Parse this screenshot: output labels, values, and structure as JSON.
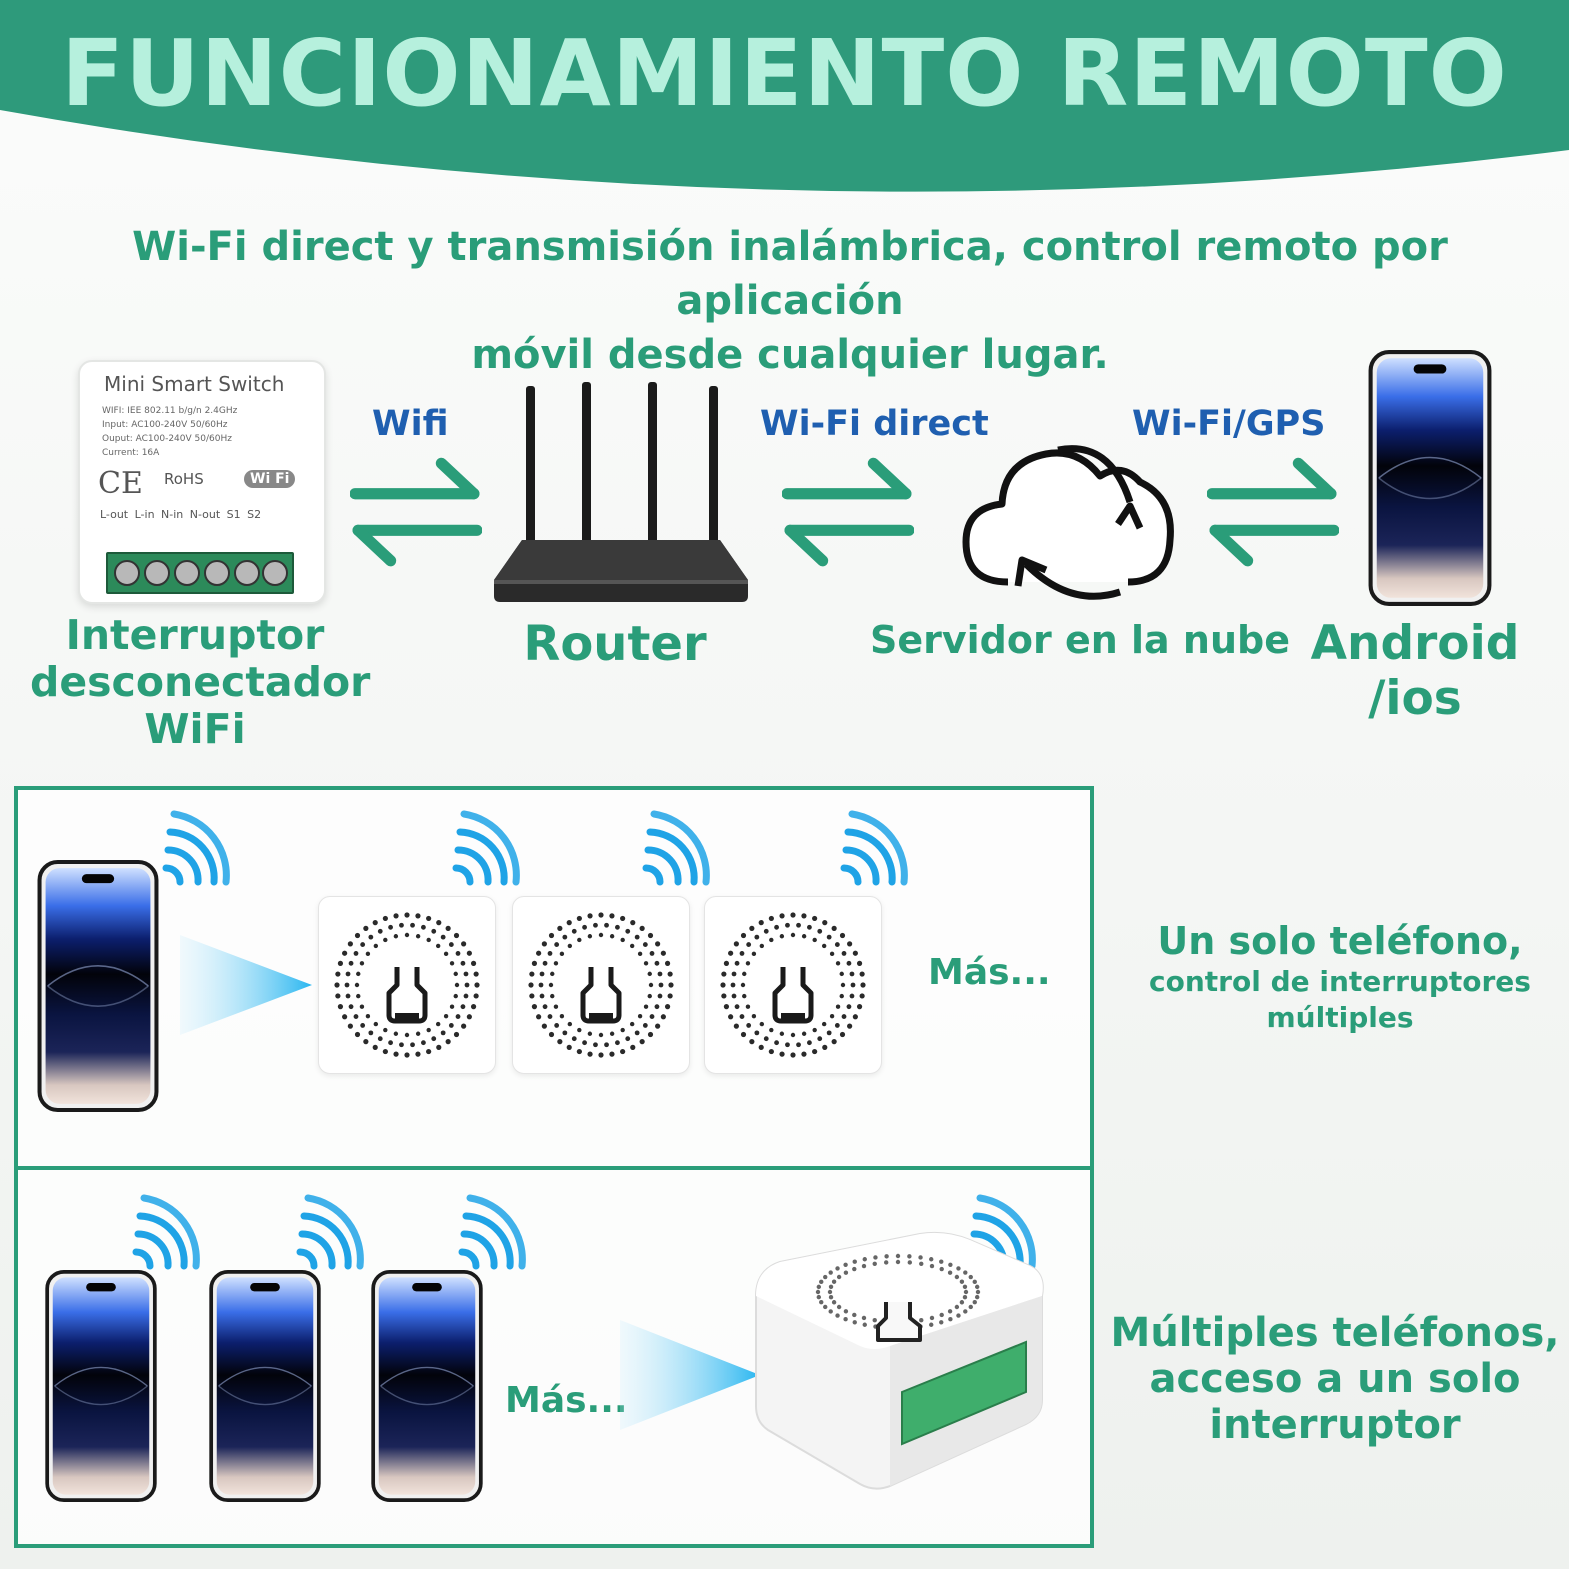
{
  "header": {
    "title": "FUNCIONAMIENTO REMOTO",
    "subtitle_line1": "Wi-Fi direct y transmisión inalámbrica, control remoto por aplicación",
    "subtitle_line2": "móvil desde cualquier lugar."
  },
  "flow": {
    "links": {
      "wifi": "Wifi",
      "wifi_direct": "Wi-Fi direct",
      "wifi_gps": "Wi-Fi/GPS"
    },
    "nodes": {
      "switch_line1": "Interruptor",
      "switch_line2": "desconectador",
      "switch_line3": "WiFi",
      "router": "Router",
      "cloud": "Servidor en la nube",
      "phone_line1": "Android",
      "phone_line2": "/ios"
    }
  },
  "switch_label": {
    "title": "Mini Smart Switch",
    "spec_wifi": "WIFI: IEE 802.11 b/g/n 2.4GHz",
    "spec_input": "Input: AC100-240V 50/60Hz",
    "spec_output": "Ouput: AC100-240V 50/60Hz",
    "spec_current": "Current: 16A",
    "ce": "CE",
    "rohs": "RoHS",
    "wifi_badge": "Wi Fi",
    "terminals": "L-out L-in N-in N-out S1 S2"
  },
  "panel_one": {
    "more": "Más...",
    "caption_line1": "Un solo teléfono,",
    "caption_line2": "control de interruptores",
    "caption_line3": "múltiples"
  },
  "panel_two": {
    "more": "Más...",
    "caption_line1": "Múltiples teléfonos,",
    "caption_line2": "acceso a un solo",
    "caption_line3": "interruptor"
  },
  "colors": {
    "accent_green": "#2a9d79",
    "header_green": "#2e9a7b",
    "title_mint": "#b6f0dd",
    "link_blue": "#1f5fb0",
    "signal_blue": "#1fa3e6"
  }
}
